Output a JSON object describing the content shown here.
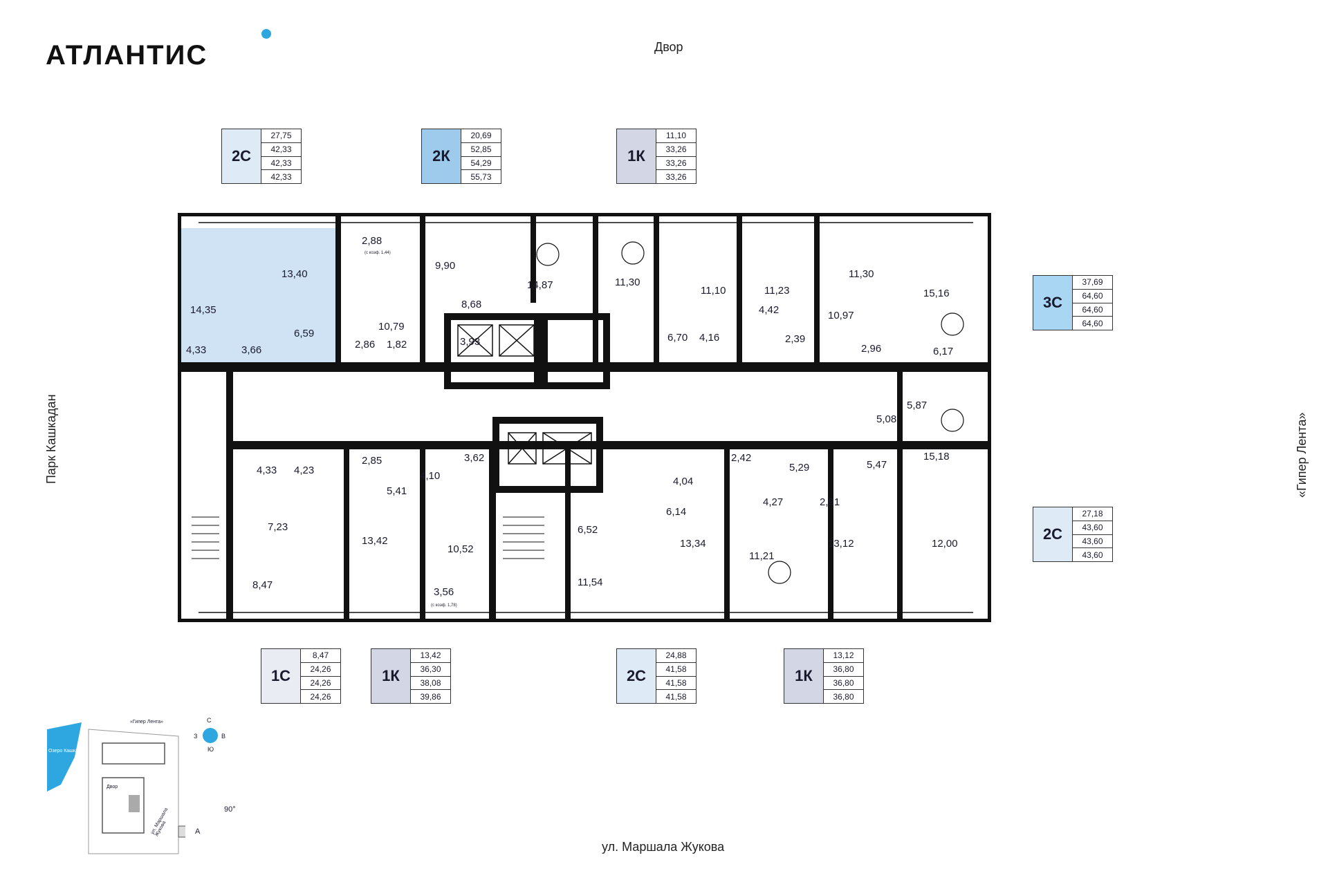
{
  "brand": {
    "name": "АТЛАНТИС"
  },
  "directions": {
    "top": "Двор",
    "bottom": "ул. Маршала Жукова",
    "left": "Парк Кашкадан",
    "right": "«Гипер Лента»"
  },
  "apartment_cards": [
    {
      "id": "c1",
      "type": "2С",
      "color": "#deebf7",
      "areas": [
        "27,75",
        "42,33",
        "42,33",
        "42,33"
      ]
    },
    {
      "id": "c2",
      "type": "2К",
      "color": "#9ecbec",
      "areas": [
        "20,69",
        "52,85",
        "54,29",
        "55,73"
      ]
    },
    {
      "id": "c3",
      "type": "1К",
      "color": "#d3d6e4",
      "areas": [
        "11,10",
        "33,26",
        "33,26",
        "33,26"
      ]
    },
    {
      "id": "c4",
      "type": "3С",
      "color": "#a9d7f3",
      "areas": [
        "37,69",
        "64,60",
        "64,60",
        "64,60"
      ]
    },
    {
      "id": "c5",
      "type": "2С",
      "color": "#deebf7",
      "areas": [
        "27,18",
        "43,60",
        "43,60",
        "43,60"
      ]
    },
    {
      "id": "c6",
      "type": "1С",
      "color": "#eaecf3",
      "areas": [
        "8,47",
        "24,26",
        "24,26",
        "24,26"
      ]
    },
    {
      "id": "c7",
      "type": "1К",
      "color": "#d3d6e4",
      "areas": [
        "13,42",
        "36,30",
        "38,08",
        "39,86"
      ]
    },
    {
      "id": "c8",
      "type": "2С",
      "color": "#deebf7",
      "areas": [
        "24,88",
        "41,58",
        "41,58",
        "41,58"
      ]
    },
    {
      "id": "c9",
      "type": "1К",
      "color": "#d3d6e4",
      "areas": [
        "13,12",
        "36,80",
        "36,80",
        "36,80"
      ]
    }
  ],
  "room_areas": [
    "14,35",
    "13,40",
    "6,59",
    "4,33",
    "3,66",
    "2,88",
    "10,79",
    "2,86",
    "1,82",
    "9,90",
    "8,68",
    "3,93",
    "14,87",
    "11,30",
    "6,70",
    "11,10",
    "4,16",
    "11,23",
    "4,42",
    "2,39",
    "11,30",
    "10,97",
    "2,96",
    "15,16",
    "6,17",
    "5,87",
    "5,08",
    "15,18",
    "5,47",
    "12,00",
    "4,33",
    "4,23",
    "7,23",
    "8,47",
    "2,85",
    "5,41",
    "4,10",
    "3,62",
    "13,42",
    "10,52",
    "3,56",
    "6,52",
    "11,54",
    "6,14",
    "4,04",
    "13,34",
    "2,42",
    "4,27",
    "5,29",
    "2,91",
    "11,21",
    "13,12"
  ],
  "coef_notes": {
    "a": "(с коэф. 1,44)",
    "b": "(с коэф. 1,78)"
  },
  "minimap": {
    "lake": "Озеро Кашкадан",
    "store": "«Гипер Лента»",
    "yard": "Двор",
    "street": "ул. Маршала Жукова",
    "rotation": "90°",
    "section": "А",
    "compass": {
      "n": "С",
      "s": "Ю",
      "w": "З",
      "e": "В"
    }
  }
}
